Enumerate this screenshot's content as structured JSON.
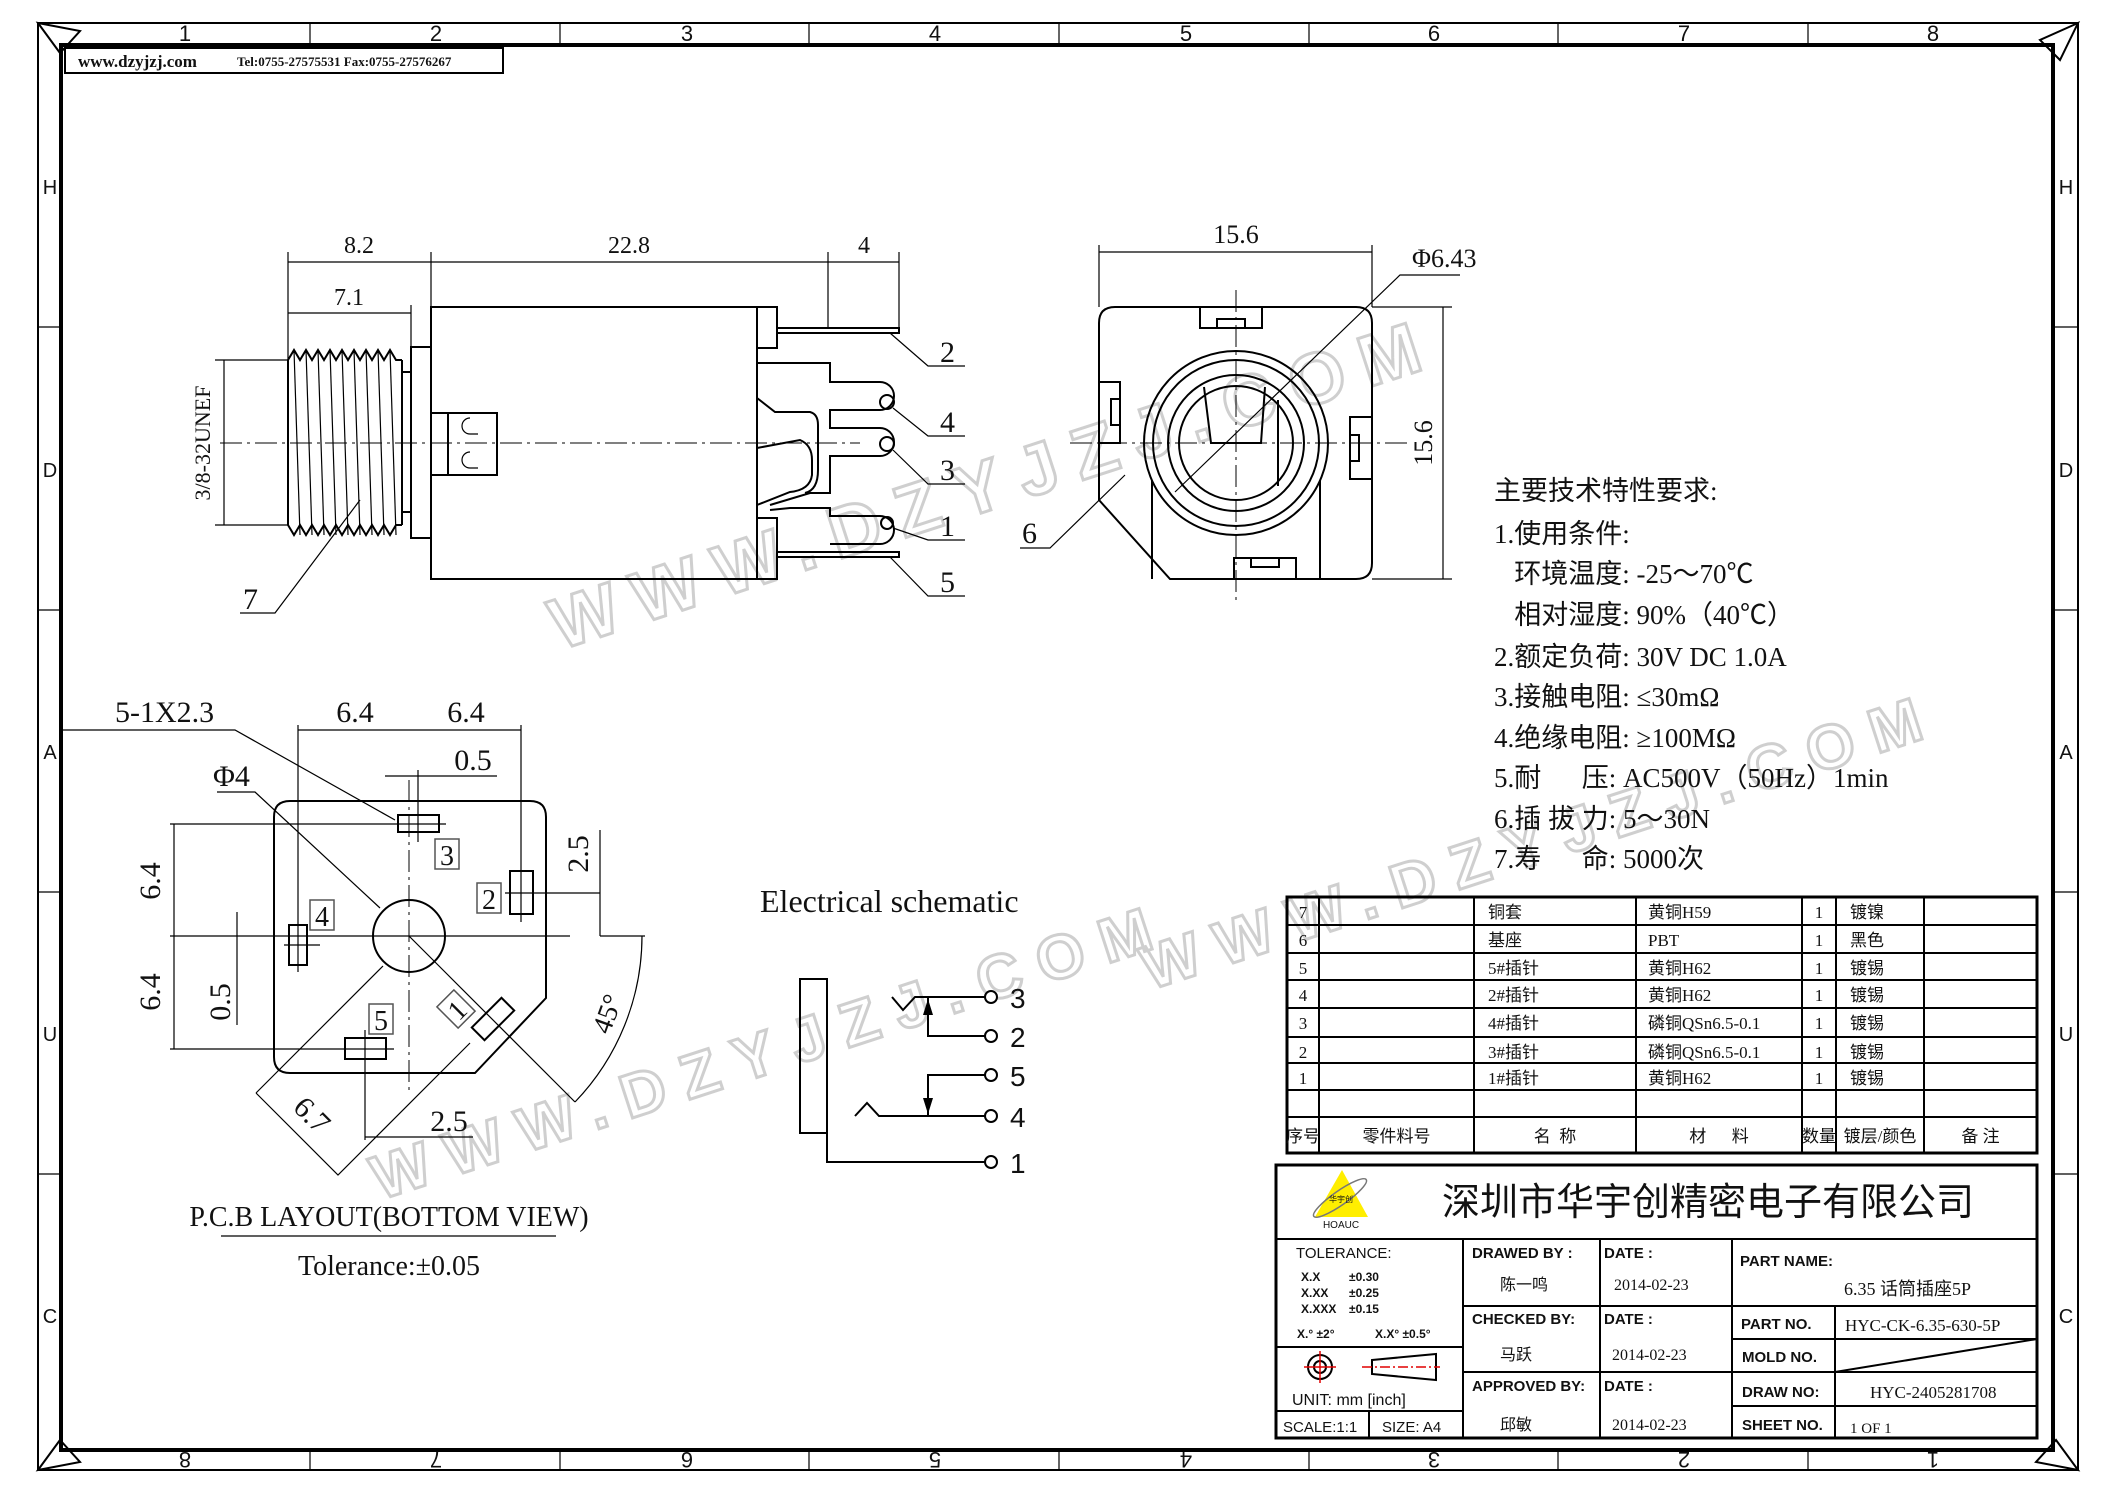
{
  "header": {
    "website": "www.dzyjzj.com",
    "contact": "Tel:0755-27575531  Fax:0755-27576267"
  },
  "frame": {
    "top_numbers": [
      "1",
      "2",
      "3",
      "4",
      "5",
      "6",
      "7",
      "8"
    ],
    "bottom_numbers": [
      "8",
      "7",
      "6",
      "5",
      "4",
      "3",
      "2",
      "1"
    ],
    "side_letters": [
      "H",
      "D",
      "A",
      "U",
      "C"
    ]
  },
  "side_view": {
    "dim_8_2": "8.2",
    "dim_22_8": "22.8",
    "dim_4": "4",
    "dim_7_1": "7.1",
    "thread": "3/8-32UNEF",
    "labels": [
      "2",
      "4",
      "3",
      "1",
      "5",
      "7"
    ]
  },
  "front_view": {
    "dim_width": "15.6",
    "dim_height": "15.6",
    "dim_dia": "Φ6.43",
    "label": "6"
  },
  "pcb": {
    "pad_spec": "5-1X2.3",
    "hole": "Φ4",
    "dim_64_a": "6.4",
    "dim_64_b": "6.4",
    "dim_05_top": "0.5",
    "dim_64_left_a": "6.4",
    "dim_64_left_b": "6.4",
    "dim_05_left": "0.5",
    "dim_25_right": "2.5",
    "dim_45": "45°",
    "dim_67": "6.7",
    "dim_25_bottom": "2.5",
    "pads": [
      "1",
      "2",
      "3",
      "4",
      "5"
    ],
    "title": "P.C.B LAYOUT(BOTTOM VIEW)",
    "tolerance": "Tolerance:±0.05"
  },
  "schematic": {
    "title": "Electrical schematic",
    "pins": [
      "3",
      "2",
      "5",
      "4",
      "1"
    ]
  },
  "tech": {
    "title": "主要技术特性要求:",
    "lines": [
      "1.使用条件:",
      "   环境温度: -25～70℃",
      "   相对湿度: 90%（40℃）",
      "2.额定负荷: 30V DC 1.0A",
      "3.接触电阻: ≤30mΩ",
      "4.绝缘电阻: ≥100MΩ",
      "5.耐      压: AC500V（50Hz）1min",
      "6.插 拔 力: 5～30N",
      "7.寿      命: 5000次"
    ]
  },
  "bom": {
    "headers": [
      "序号",
      "零件料号",
      "名  称",
      "材      料",
      "数量",
      "镀层/颜色",
      "备 注"
    ],
    "rows": [
      [
        "7",
        "",
        "铜套",
        "黄铜H59",
        "1",
        "镀镍",
        ""
      ],
      [
        "6",
        "",
        "基座",
        "PBT",
        "1",
        "黑色",
        ""
      ],
      [
        "5",
        "",
        "5#插针",
        "黄铜H62",
        "1",
        "镀锡",
        ""
      ],
      [
        "4",
        "",
        "2#插针",
        "黄铜H62",
        "1",
        "镀锡",
        ""
      ],
      [
        "3",
        "",
        "4#插针",
        "磷铜QSn6.5-0.1",
        "1",
        "镀锡",
        ""
      ],
      [
        "2",
        "",
        "3#插针",
        "磷铜QSn6.5-0.1",
        "1",
        "镀锡",
        ""
      ],
      [
        "1",
        "",
        "1#插针",
        "黄铜H62",
        "1",
        "镀锡",
        ""
      ]
    ]
  },
  "title_block": {
    "company": "深圳市华宇创精密电子有限公司",
    "logo_text": "HOAUC",
    "logo_cn": "华宇创",
    "tolerance_label": "TOLERANCE:",
    "tolerances": [
      [
        "X.X",
        "±0.30"
      ],
      [
        "X.XX",
        "±0.25"
      ],
      [
        "X.XXX",
        "±0.15"
      ]
    ],
    "angle_tol_a": "X.°  ±2°",
    "angle_tol_b": "X.X°  ±0.5°",
    "unit": "UNIT:  mm  [inch]",
    "scale": "SCALE:1:1",
    "size": "SIZE:  A4",
    "drawed_by_label": "DRAWED  BY :",
    "drawed_by": "陈一鸣",
    "checked_by_label": "CHECKED  BY:",
    "checked_by": "马跃",
    "approved_by_label": "APPROVED  BY:",
    "approved_by": "邱敏",
    "date_label": "DATE  :",
    "date_drawed": "2014-02-23",
    "date_checked": "2014-02-23",
    "date_approved": "2014-02-23",
    "part_name_label": "PART  NAME:",
    "part_name": "6.35  话筒插座5P",
    "part_no_label": "PART  NO.",
    "part_no": "HYC-CK-6.35-630-5P",
    "mold_no_label": "MOLD  NO.",
    "draw_no_label": "DRAW  NO:",
    "draw_no": "HYC-2405281708",
    "sheet_no_label": "SHEET  NO.",
    "sheet_no": "1  OF  1"
  },
  "watermark": "WWW.DZYJZJ.COM",
  "colors": {
    "logo_yellow": "#ffee00",
    "tol_symbol_red": "#e00000"
  }
}
